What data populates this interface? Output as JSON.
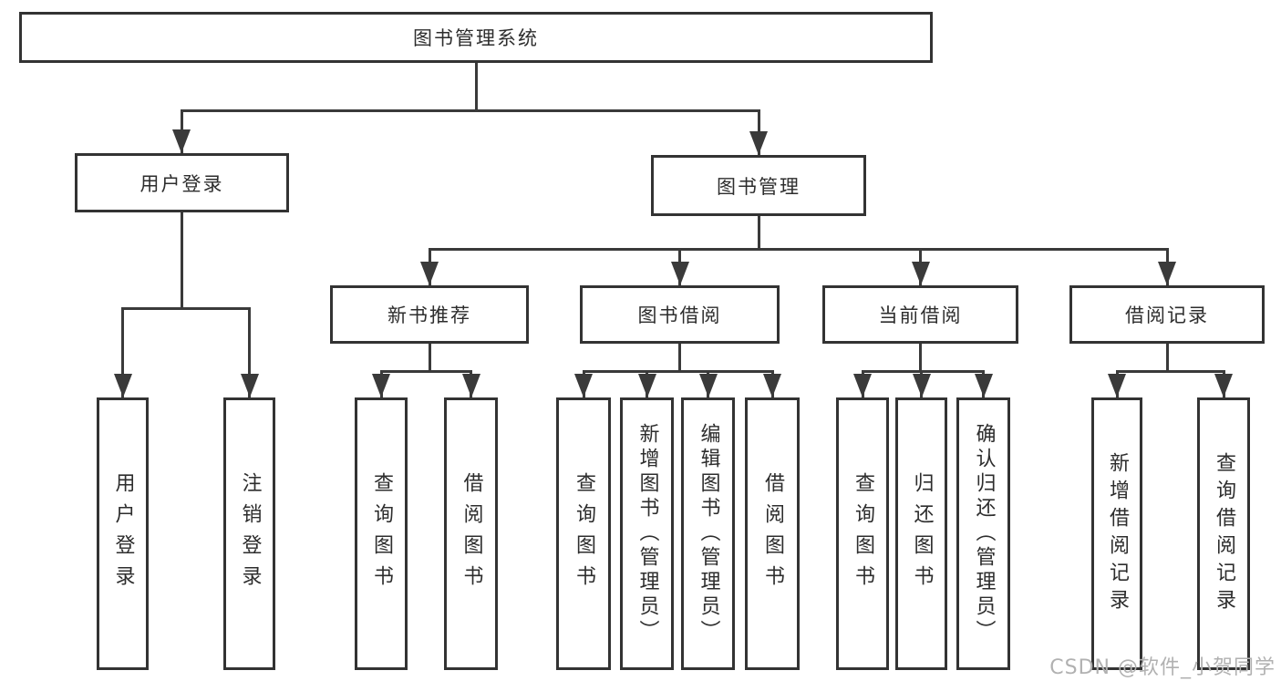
{
  "tree": {
    "root": "图书管理系统",
    "branches": [
      {
        "label": "用户登录",
        "children": [
          "用户登录",
          "注销登录"
        ]
      },
      {
        "label": "图书管理",
        "groups": [
          {
            "label": "新书推荐",
            "children": [
              "查询图书",
              "借阅图书"
            ]
          },
          {
            "label": "图书借阅",
            "children": [
              "查询图书",
              "新增图书（管理员）",
              "编辑图书（管理员）",
              "借阅图书"
            ]
          },
          {
            "label": "当前借阅",
            "children": [
              "查询图书",
              "归还图书",
              "确认归还（管理员）"
            ]
          },
          {
            "label": "借阅记录",
            "children": [
              "新增借阅记录",
              "查询借阅记录"
            ]
          }
        ]
      }
    ]
  },
  "colors": {
    "line": "#3a3a3a",
    "text": "#2d2d2d",
    "watermark_gray": "#b1b1b1"
  },
  "watermark": "CSDN @软件_小贺同学"
}
